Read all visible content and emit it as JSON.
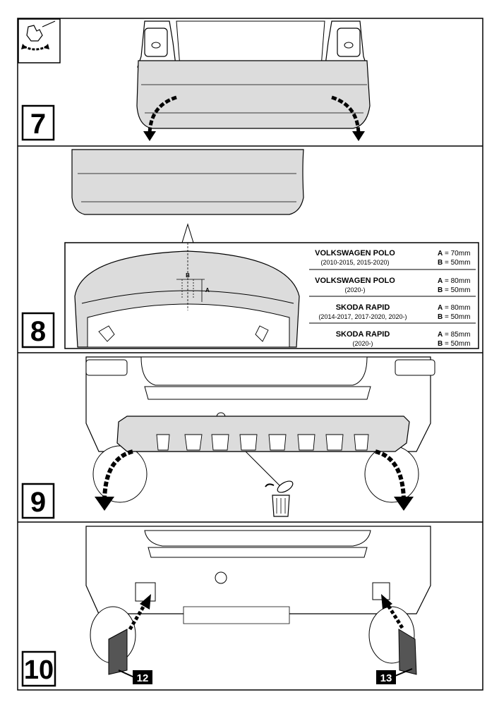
{
  "steps": {
    "step7": "7",
    "step8": "8",
    "step9": "9",
    "step10": "10"
  },
  "step8_detail": {
    "label_a": "A",
    "label_b": "B",
    "models": [
      {
        "name": "VOLKSWAGEN POLO",
        "years": "(2010-2015, 2015-2020)",
        "a_label": "A",
        "a_value": "= 70mm",
        "b_label": "B",
        "b_value": "= 50mm"
      },
      {
        "name": "VOLKSWAGEN POLO",
        "years": "(2020-)",
        "a_label": "A",
        "a_value": "= 80mm",
        "b_label": "B",
        "b_value": "= 50mm"
      },
      {
        "name": "SKODA RAPID",
        "years": "(2014-2017, 2017-2020, 2020-)",
        "a_label": "A",
        "a_value": "= 80mm",
        "b_label": "B",
        "b_value": "= 50mm"
      },
      {
        "name": "SKODA RAPID",
        "years": "(2020-)",
        "a_label": "A",
        "a_value": "= 85mm",
        "b_label": "B",
        "b_value": "= 50mm"
      }
    ]
  },
  "step10_parts": {
    "part_left": "12",
    "part_right": "13"
  },
  "icons": [
    "hand-tool-icon",
    "trash-bin-icon",
    "arrow-down-icon",
    "arrow-up-icon"
  ],
  "colors": {
    "bumper_fill": "#dcdcdc",
    "line": "#000000",
    "part_fill": "#555555"
  }
}
